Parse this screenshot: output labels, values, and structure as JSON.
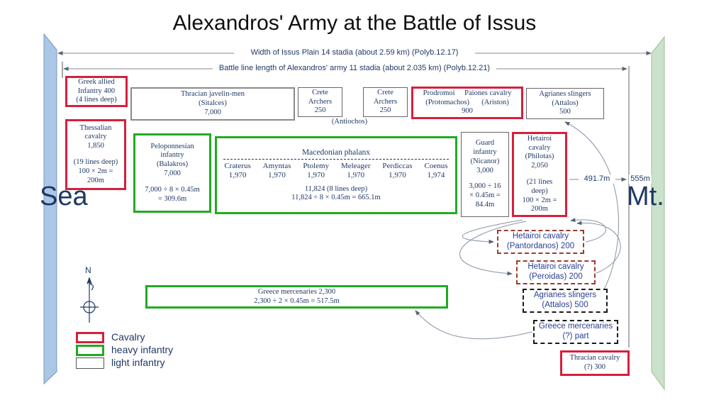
{
  "title": "Alexandros' Army at the Battle of Issus",
  "colors": {
    "cavalry_border": "#d5203c",
    "heavy_infantry_border": "#22aa22",
    "light_infantry_border": "#666666",
    "text_navy": "#1f3864",
    "sea_band_fill": "#aac7e8",
    "mt_band_fill": "#c9e2c9"
  },
  "terrain": {
    "sea": "Sea",
    "mt": "Mt."
  },
  "compass": {
    "label": "N"
  },
  "measurements": {
    "plain_width": "Width of Issus Plain 14 stadia (about 2.59 km) (Polyb.12.17)",
    "battle_line": "Battle line length of Alexandros' army 11 stadia (about 2.035 km) (Polyb.12.21)",
    "right_gap": "491.7m",
    "mt_gap": "555m"
  },
  "units": {
    "greek_allied": {
      "l0": "Greek allied",
      "l1": "Infantry 400",
      "l2": "(4 lines deep)"
    },
    "thracian_javelin": {
      "l0": "Thracian javelin-men",
      "l1": "(Sitalces)",
      "l2": "7,000"
    },
    "crete_archers_1": {
      "l0": "Crete",
      "l1": "Archers",
      "l2": "250"
    },
    "crete_archers_2": {
      "l0": "Crete",
      "l1": "Archers",
      "l2": "250"
    },
    "antiochos_label": "(Antiochos)",
    "prodromoi": {
      "left_name": "Prodromoi",
      "right_name": "Paiones cavalry",
      "left_sub": "(Protomachos)",
      "right_sub": "(Ariston)",
      "total": "900"
    },
    "agrianes_top": {
      "l0": "Agrianes slingers",
      "l1": "(Attalos)",
      "l2": "500"
    },
    "thessalian": {
      "l0": "Thessalian",
      "l1": "cavalry",
      "l2": "1,850",
      "l3": "(19 lines deep)",
      "l4": "100 × 2m =",
      "l5": "200m"
    },
    "peloponnesian": {
      "l0": "Peloponnesian",
      "l1": "infantry",
      "l2": "(Balakros)",
      "l3": "7,000",
      "l4": "7,000 ÷ 8 × 0.45m",
      "l5": "= 309.6m"
    },
    "phalanx": {
      "title": "Macedonian phalanx",
      "commanders": [
        {
          "name": "Craterus",
          "men": "1,970"
        },
        {
          "name": "Amyntas",
          "men": "1,970"
        },
        {
          "name": "Ptolemy",
          "men": "1,970"
        },
        {
          "name": "Meleager",
          "men": "1,970"
        },
        {
          "name": "Perdiccas",
          "men": "1,970"
        },
        {
          "name": "Coenus",
          "men": "1,974"
        }
      ],
      "total_line1": "11,824 (8 lines deep)",
      "total_line2": "11,824 ÷ 8 × 0.45m = 665.1m"
    },
    "guard": {
      "l0": "Guard",
      "l1": "infantry",
      "l2": "(Nicanor)",
      "l3": "3,000",
      "l4": "3,000 ÷ 16",
      "l5": "× 0.45m =",
      "l6": "84.4m"
    },
    "hetairoi": {
      "l0": "Hetairoi",
      "l1": "cavalry",
      "l2": "(Philotas)",
      "l3": "2,050",
      "l4": "(21 lines",
      "l5": "deep)",
      "l6": "100 × 2m =",
      "l7": "200m"
    },
    "pantordanos": {
      "l0": "Hetairoi cavalry",
      "l1": "(Pantordanos) 200"
    },
    "peroidas": {
      "l0": "Hetairoi cavalry",
      "l1": "(Peroidas) 200"
    },
    "agrianes_detached": {
      "l0": "Agrianes slingers",
      "l1": "(Attalos) 500"
    },
    "mercenaries_part": {
      "l0": "Greece mercenaries",
      "l1": "(?) part"
    },
    "thracian_cavalry": {
      "l0": "Thracian cavalry",
      "l1": "(?) 300"
    },
    "greece_mercenaries": {
      "l0": "Greece mercenaries  2,300",
      "l1": "2,300 ÷ 2 × 0.45m = 517.5m"
    }
  },
  "legend": {
    "cavalry": "Cavalry",
    "heavy": "heavy infantry",
    "light": "light infantry"
  }
}
